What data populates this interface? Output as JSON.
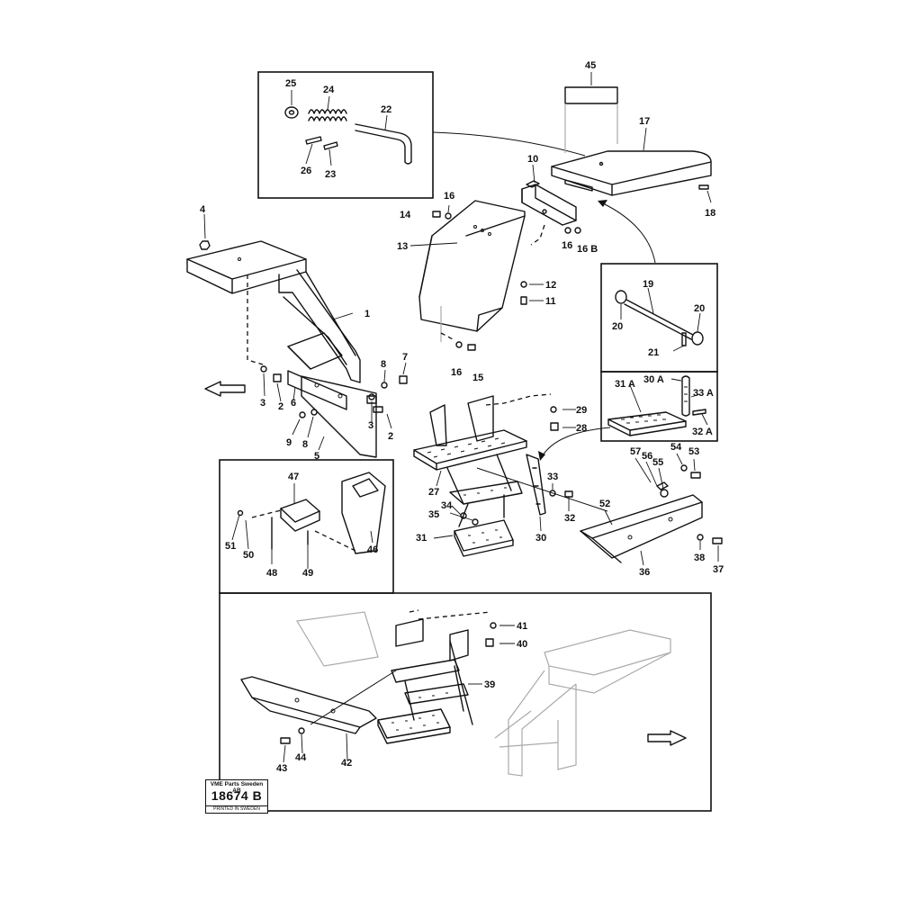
{
  "callouts": {
    "c1": "1",
    "c2a": "2",
    "c2b": "2",
    "c3a": "3",
    "c3b": "3",
    "c4": "4",
    "c5": "5",
    "c6": "6",
    "c7": "7",
    "c8a": "8",
    "c8b": "8",
    "c9": "9",
    "c10": "10",
    "c11": "11",
    "c12": "12",
    "c13": "13",
    "c14": "14",
    "c15": "15",
    "c16a": "16",
    "c16b": "16",
    "c16c": "16",
    "c16B": "16 B",
    "c17": "17",
    "c18": "18",
    "c19": "19",
    "c20a": "20",
    "c20b": "20",
    "c21": "21",
    "c22": "22",
    "c23": "23",
    "c24": "24",
    "c25": "25",
    "c26": "26",
    "c27": "27",
    "c28": "28",
    "c29": "29",
    "c30": "30",
    "c30A": "30 A",
    "c31": "31",
    "c31A": "31 A",
    "c32": "32",
    "c32A": "32 A",
    "c33": "33",
    "c33A": "33 A",
    "c34": "34",
    "c35": "35",
    "c36": "36",
    "c37": "37",
    "c38": "38",
    "c39": "39",
    "c40": "40",
    "c41": "41",
    "c42": "42",
    "c43": "43",
    "c44": "44",
    "c45": "45",
    "c46": "46",
    "c47": "47",
    "c48": "48",
    "c49": "49",
    "c50": "50",
    "c51": "51",
    "c52": "52",
    "c53": "53",
    "c54": "54",
    "c55": "55",
    "c56": "56",
    "c57": "57"
  },
  "stamp": {
    "company": "VME Parts Sweden AB",
    "number": "18674 B",
    "printed": "PRINTED IN SWEDEN"
  },
  "colors": {
    "ink": "#111111",
    "paper": "#ffffff"
  }
}
